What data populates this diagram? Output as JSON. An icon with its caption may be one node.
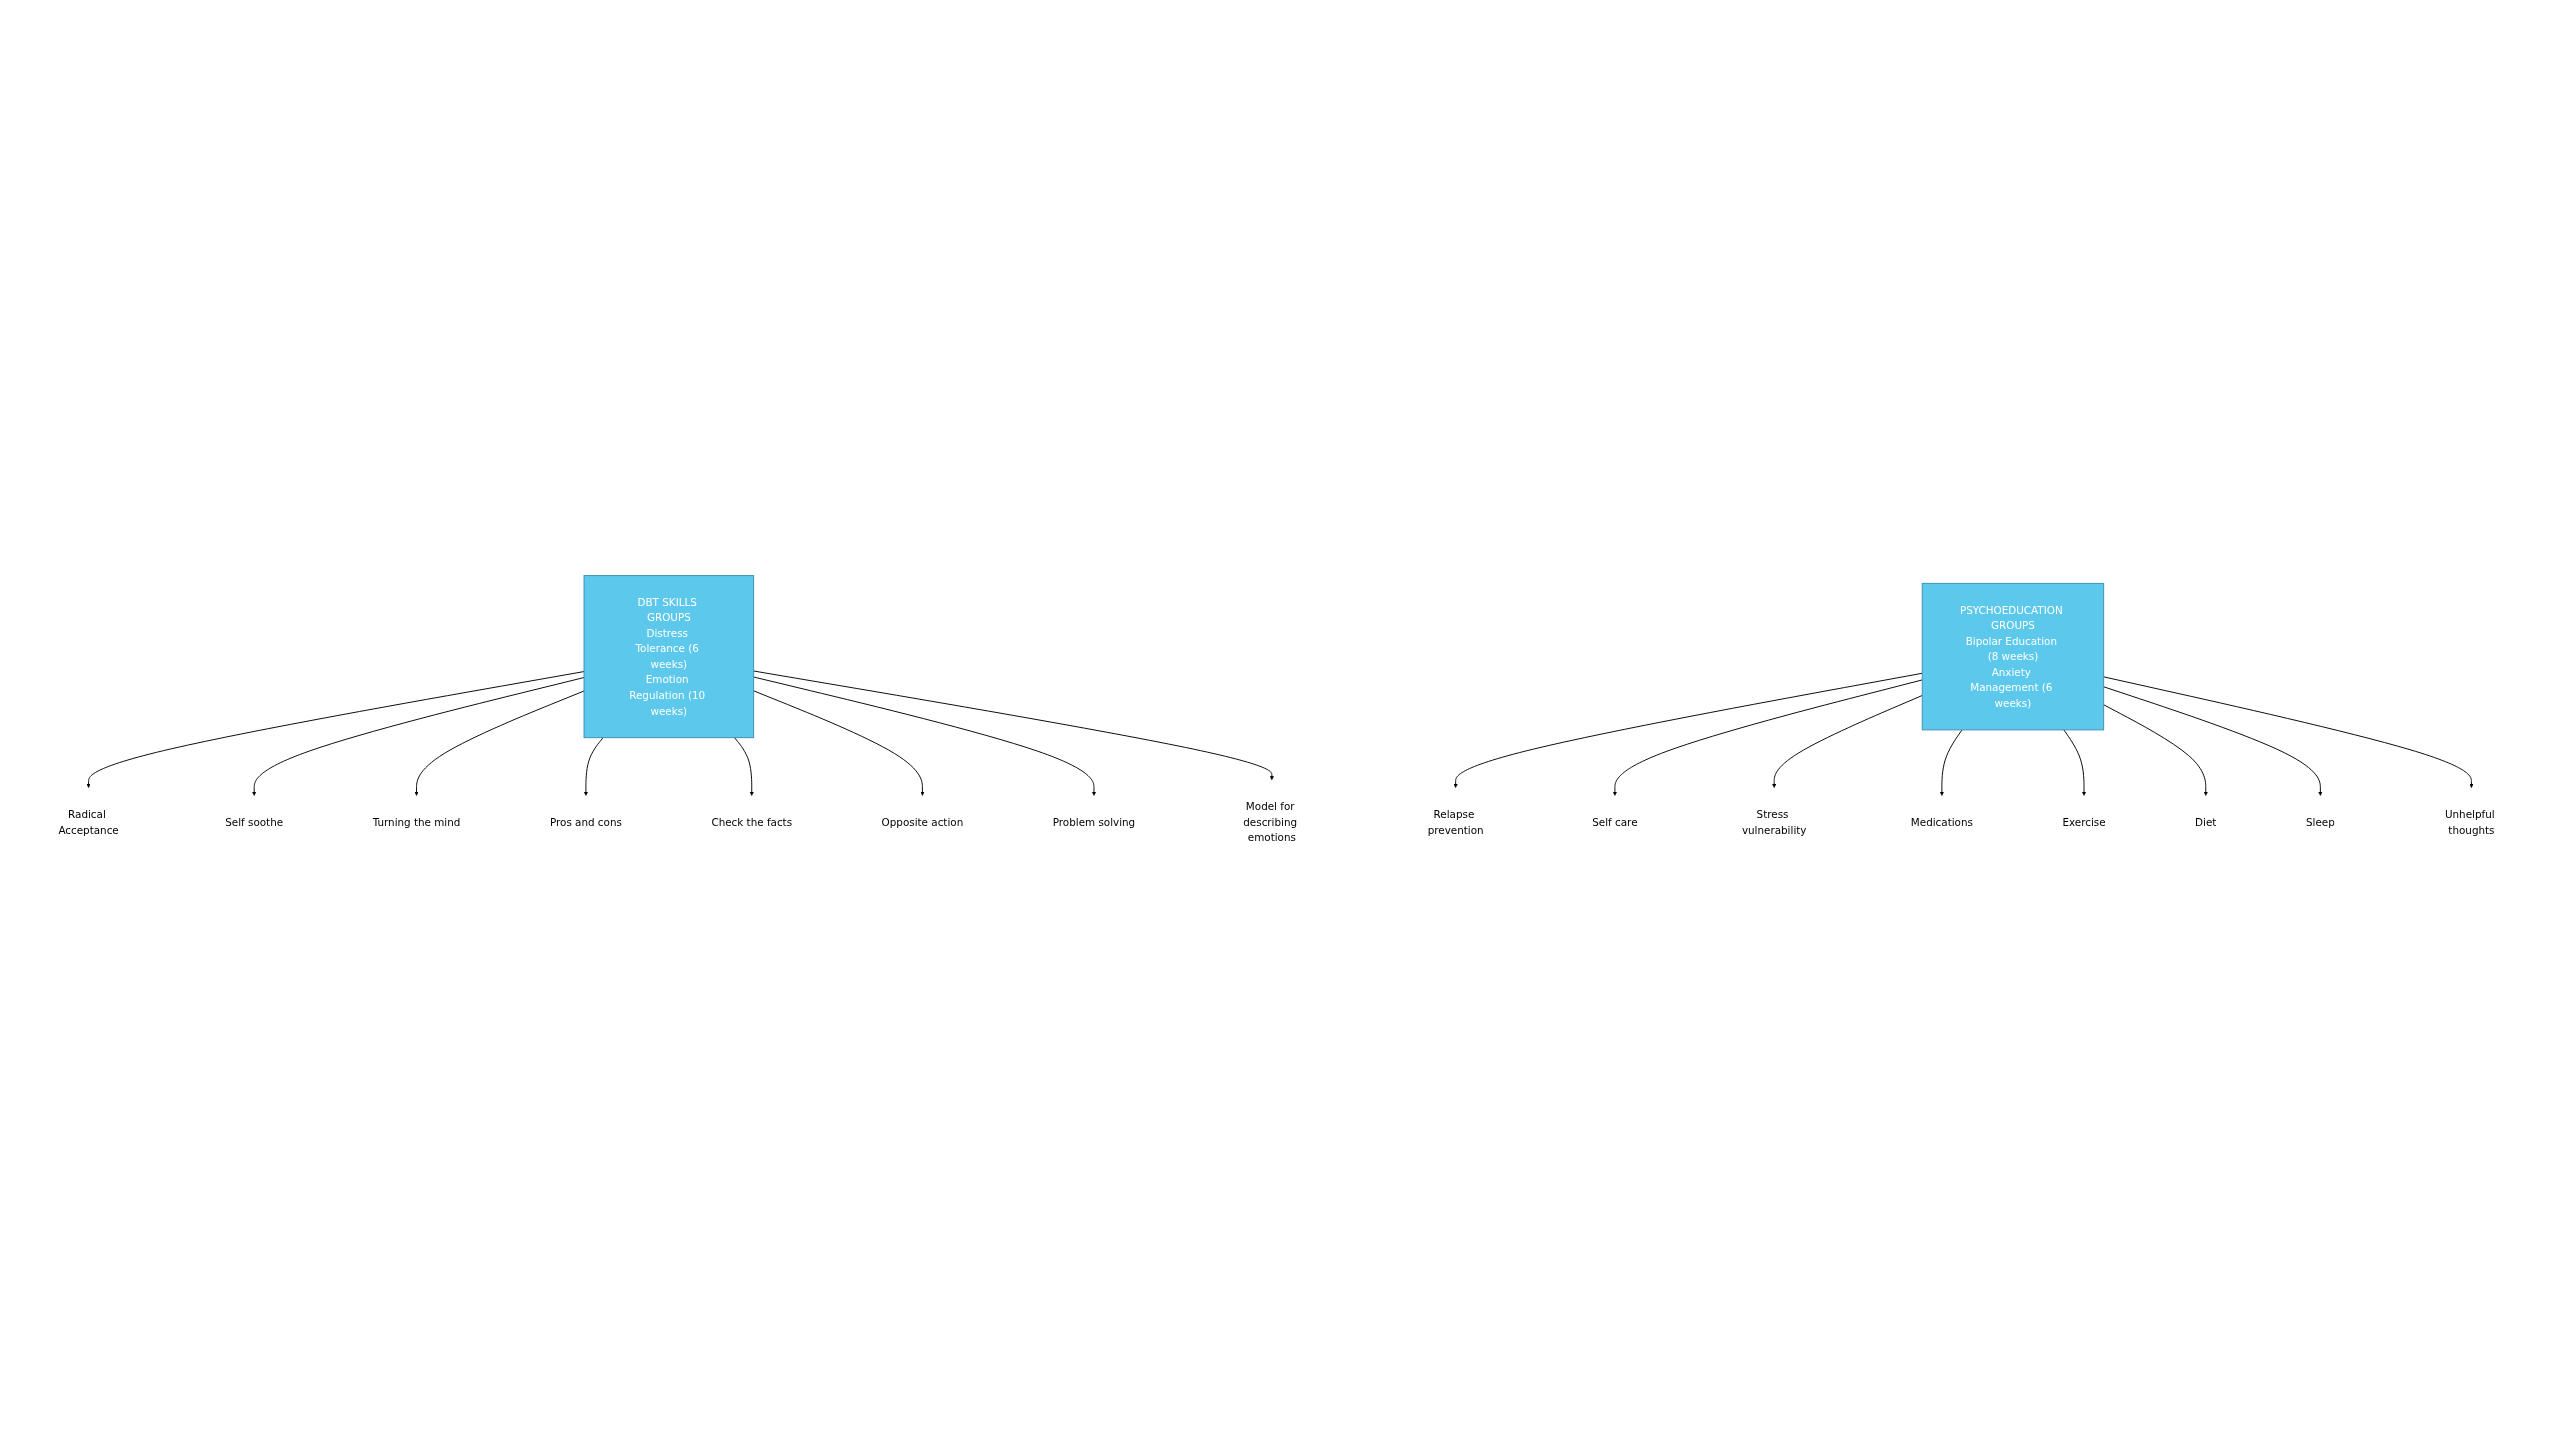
{
  "diagram": {
    "nodes": [
      {
        "text": [
          "DBT SKILLS GROUPS",
          "Distress Tolerance (6 weeks)",
          "Emotion Regulation (10 weeks)"
        ]
      },
      {
        "text": [
          "PSYCHOEDUCATION GROUPS",
          "Bipolar Education (8 weeks)",
          "Anxiety Management (6 weeks)"
        ]
      },
      {
        "text": [
          "Radical Acceptance"
        ]
      },
      {
        "text": [
          "Self soothe"
        ]
      },
      {
        "text": [
          "Turning the mind"
        ]
      },
      {
        "text": [
          "Pros and cons"
        ]
      },
      {
        "text": [
          "Check the facts"
        ]
      },
      {
        "text": [
          "Opposite action"
        ]
      },
      {
        "text": [
          "Problem solving"
        ]
      },
      {
        "text": [
          "Model for describing emotions"
        ]
      },
      {
        "text": [
          "Relapse prevention"
        ]
      },
      {
        "text": [
          "Self care"
        ]
      },
      {
        "text": [
          "Stress vulnerability"
        ]
      },
      {
        "text": [
          "Medications"
        ]
      },
      {
        "text": [
          "Exercise"
        ]
      },
      {
        "text": [
          "Diet"
        ]
      },
      {
        "text": [
          "Sleep"
        ]
      },
      {
        "text": [
          "Unhelpful thoughts"
        ]
      }
    ],
    "edges": [
      {
        "from": 0,
        "to": 2,
        "arrow": "to"
      },
      {
        "from": 0,
        "to": 3,
        "arrow": "to"
      },
      {
        "from": 0,
        "to": 4,
        "arrow": "to"
      },
      {
        "from": 0,
        "to": 5,
        "arrow": "to"
      },
      {
        "from": 0,
        "to": 6,
        "arrow": "to"
      },
      {
        "from": 0,
        "to": 7,
        "arrow": "to"
      },
      {
        "from": 0,
        "to": 8,
        "arrow": "to"
      },
      {
        "from": 0,
        "to": 9,
        "arrow": "to"
      },
      {
        "from": 1,
        "to": 10,
        "arrow": "to"
      },
      {
        "from": 1,
        "to": 11,
        "arrow": "to"
      },
      {
        "from": 1,
        "to": 12,
        "arrow": "to"
      },
      {
        "from": 1,
        "to": 13,
        "arrow": "to"
      },
      {
        "from": 1,
        "to": 14,
        "arrow": "to"
      },
      {
        "from": 1,
        "to": 15,
        "arrow": "to"
      },
      {
        "from": 1,
        "to": 16,
        "arrow": "to"
      },
      {
        "from": 1,
        "to": 17,
        "arrow": "to"
      }
    ]
  }
}
